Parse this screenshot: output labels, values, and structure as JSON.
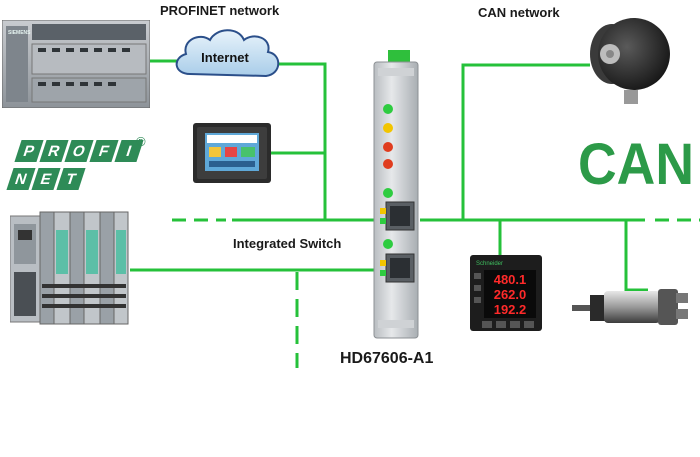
{
  "labels": {
    "profinet_network": "PROFINET network",
    "can_network": "CAN network",
    "internet": "Internet",
    "integrated_switch": "Integrated Switch",
    "device_name": "HD67606-A1"
  },
  "logos": {
    "profinet_top": [
      "P",
      "R",
      "O",
      "F",
      "I"
    ],
    "profinet_bottom": [
      "N",
      "E",
      "T"
    ],
    "registered": "®",
    "can": "CAN",
    "plc_brand": "SIEMENS",
    "meter_brand": "Schneider"
  },
  "meter_readings": [
    "480.1",
    "262.0",
    "192.2"
  ],
  "colors": {
    "network_line": "#25c13a",
    "profinet_green": "#2e8b57",
    "can_green": "#2c9a48",
    "led_green": "#2ecc40",
    "led_yellow": "#f2c500",
    "led_red": "#e03c1e",
    "meter_digits": "#ff2a2a"
  }
}
